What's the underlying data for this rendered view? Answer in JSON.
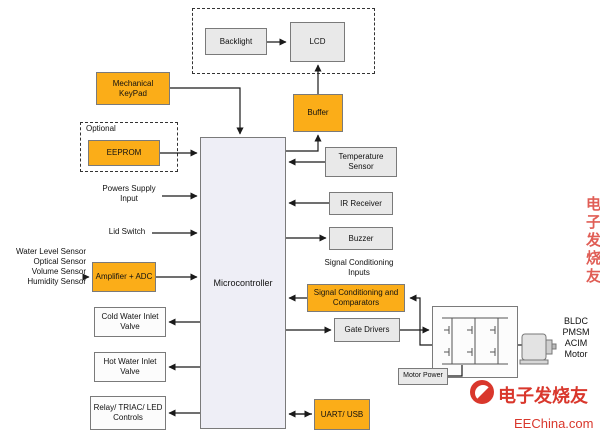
{
  "labels": {
    "backlight": "Backlight",
    "lcd": "LCD",
    "mechanical_keypad": "Mechanical KeyPad",
    "buffer": "Buffer",
    "optional": "Optional",
    "eeprom": "EEPROM",
    "power_supply_input": "Powers Supply Input",
    "lid_switch": "Lid Switch",
    "amplifier_adc": "Amplifier + ADC",
    "cold_water_valve": "Cold Water Inlet Valve",
    "hot_water_valve": "Hot Water Inlet Valve",
    "relay_triac": "Relay/ TRIAC/ LED Controls",
    "microcontroller": "Microcontroller",
    "temperature_sensor": "Temperature Sensor",
    "ir_receiver": "IR Receiver",
    "buzzer": "Buzzer",
    "signal_conditioning_inputs": "Signal Conditioning Inputs",
    "signal_conditioning_comparators": "Signal Conditioning and Comparators",
    "gate_drivers": "Gate Drivers",
    "uart_usb": "UART/ USB",
    "motor_power": "Motor Power"
  },
  "sensor_inputs": [
    "Water Level Sensor",
    "Optical Sensor",
    "Volume Sensor",
    "Humidity Sensor"
  ],
  "motor_types": [
    "BLDC",
    "PMSM",
    "ACIM",
    "Motor"
  ],
  "watermark": {
    "brand": "电子发烧友",
    "site": "EEChina.com",
    "side_vertical": "电子发烧友"
  },
  "colors": {
    "accent_orange": "#FBAD18",
    "block_gray": "#E9E9E9",
    "mcu_fill": "#EEEEF6",
    "border_gray": "#7A7A7A",
    "watermark_red": "#D9372C"
  }
}
